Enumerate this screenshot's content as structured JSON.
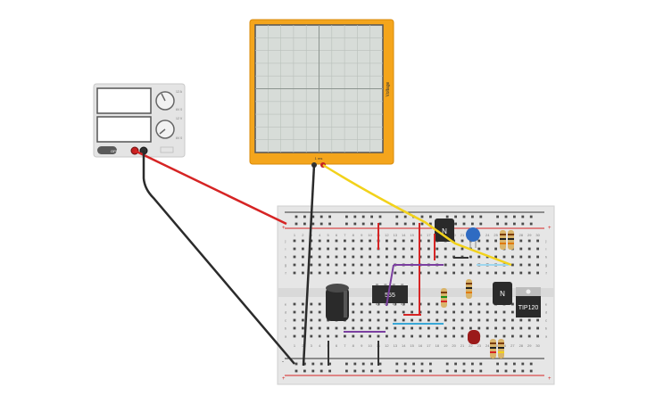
{
  "power_supply": {
    "display_top": "",
    "display_bottom": "",
    "knob_top_labels": [
      "12 A",
      "6V 0"
    ],
    "knob_bottom_labels": [
      "12 V",
      "6V 0"
    ],
    "switch_label": "OFF"
  },
  "oscilloscope": {
    "time_label": "1 ms",
    "axis_label": "Voltage"
  },
  "breadboard": {
    "column_numbers": [
      "1",
      "2",
      "3",
      "4",
      "5",
      "6",
      "7",
      "8",
      "9",
      "10",
      "11",
      "12",
      "13",
      "14",
      "15",
      "16",
      "17",
      "18",
      "19",
      "20",
      "21",
      "22",
      "23",
      "24",
      "25",
      "26",
      "27",
      "28",
      "29",
      "30"
    ],
    "row_letters_top": [
      "j",
      "i",
      "h",
      "g",
      "f"
    ],
    "row_letters_bottom": [
      "e",
      "d",
      "c",
      "b",
      "a"
    ],
    "rail_plus": "+",
    "rail_minus": "-"
  },
  "components": {
    "ic_label": "555",
    "transistor_top_label": "N",
    "transistor_mid_label": "N",
    "tip_label": "TIP120"
  },
  "colors": {
    "wire_red": "#d62424",
    "wire_black": "#2b2b2b",
    "wire_yellow": "#f2d21b",
    "scope_frame": "#f4a51c",
    "breadboard": "#e6e6e6"
  }
}
